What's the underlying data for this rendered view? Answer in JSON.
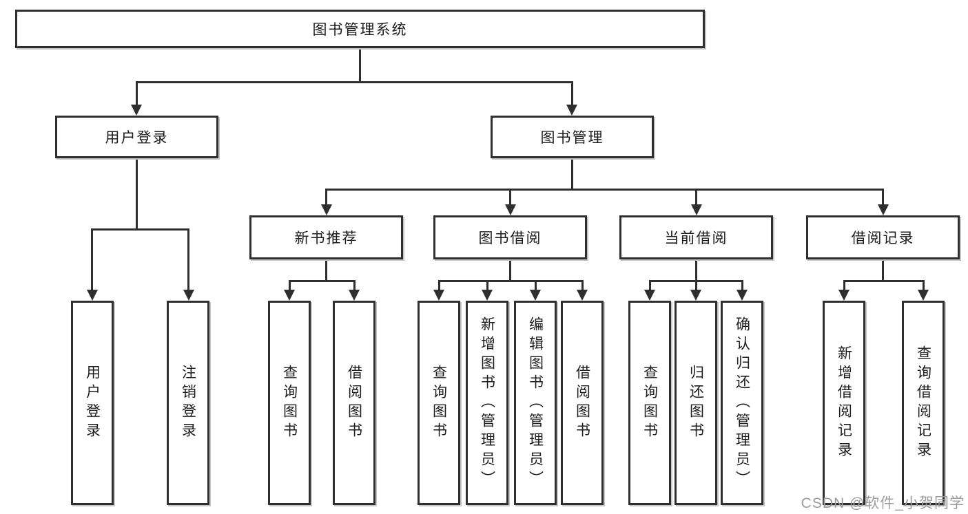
{
  "tree": {
    "root": {
      "label": "图书管理系统"
    },
    "branches": [
      {
        "label": "用户登录",
        "children": [
          {
            "label": "用户登录"
          },
          {
            "label": "注销登录"
          }
        ]
      },
      {
        "label": "图书管理",
        "children": [
          {
            "label": "新书推荐",
            "children": [
              {
                "label": "查询图书"
              },
              {
                "label": "借阅图书"
              }
            ]
          },
          {
            "label": "图书借阅",
            "children": [
              {
                "label": "查询图书"
              },
              {
                "label": "新增图书（管理员）"
              },
              {
                "label": "编辑图书（管理员）"
              },
              {
                "label": "借阅图书"
              }
            ]
          },
          {
            "label": "当前借阅",
            "children": [
              {
                "label": "查询图书"
              },
              {
                "label": "归还图书"
              },
              {
                "label": "确认归还（管理员）"
              }
            ]
          },
          {
            "label": "借阅记录",
            "children": [
              {
                "label": "新增借阅记录"
              },
              {
                "label": "查询借阅记录"
              }
            ]
          }
        ]
      }
    ]
  },
  "watermark": {
    "text": "CSDN @软件_小贺同学",
    "color": "#9c9c9c"
  },
  "colors": {
    "line": "#2f2f2f",
    "text": "#1c1c1c",
    "background": "#ffffff"
  }
}
